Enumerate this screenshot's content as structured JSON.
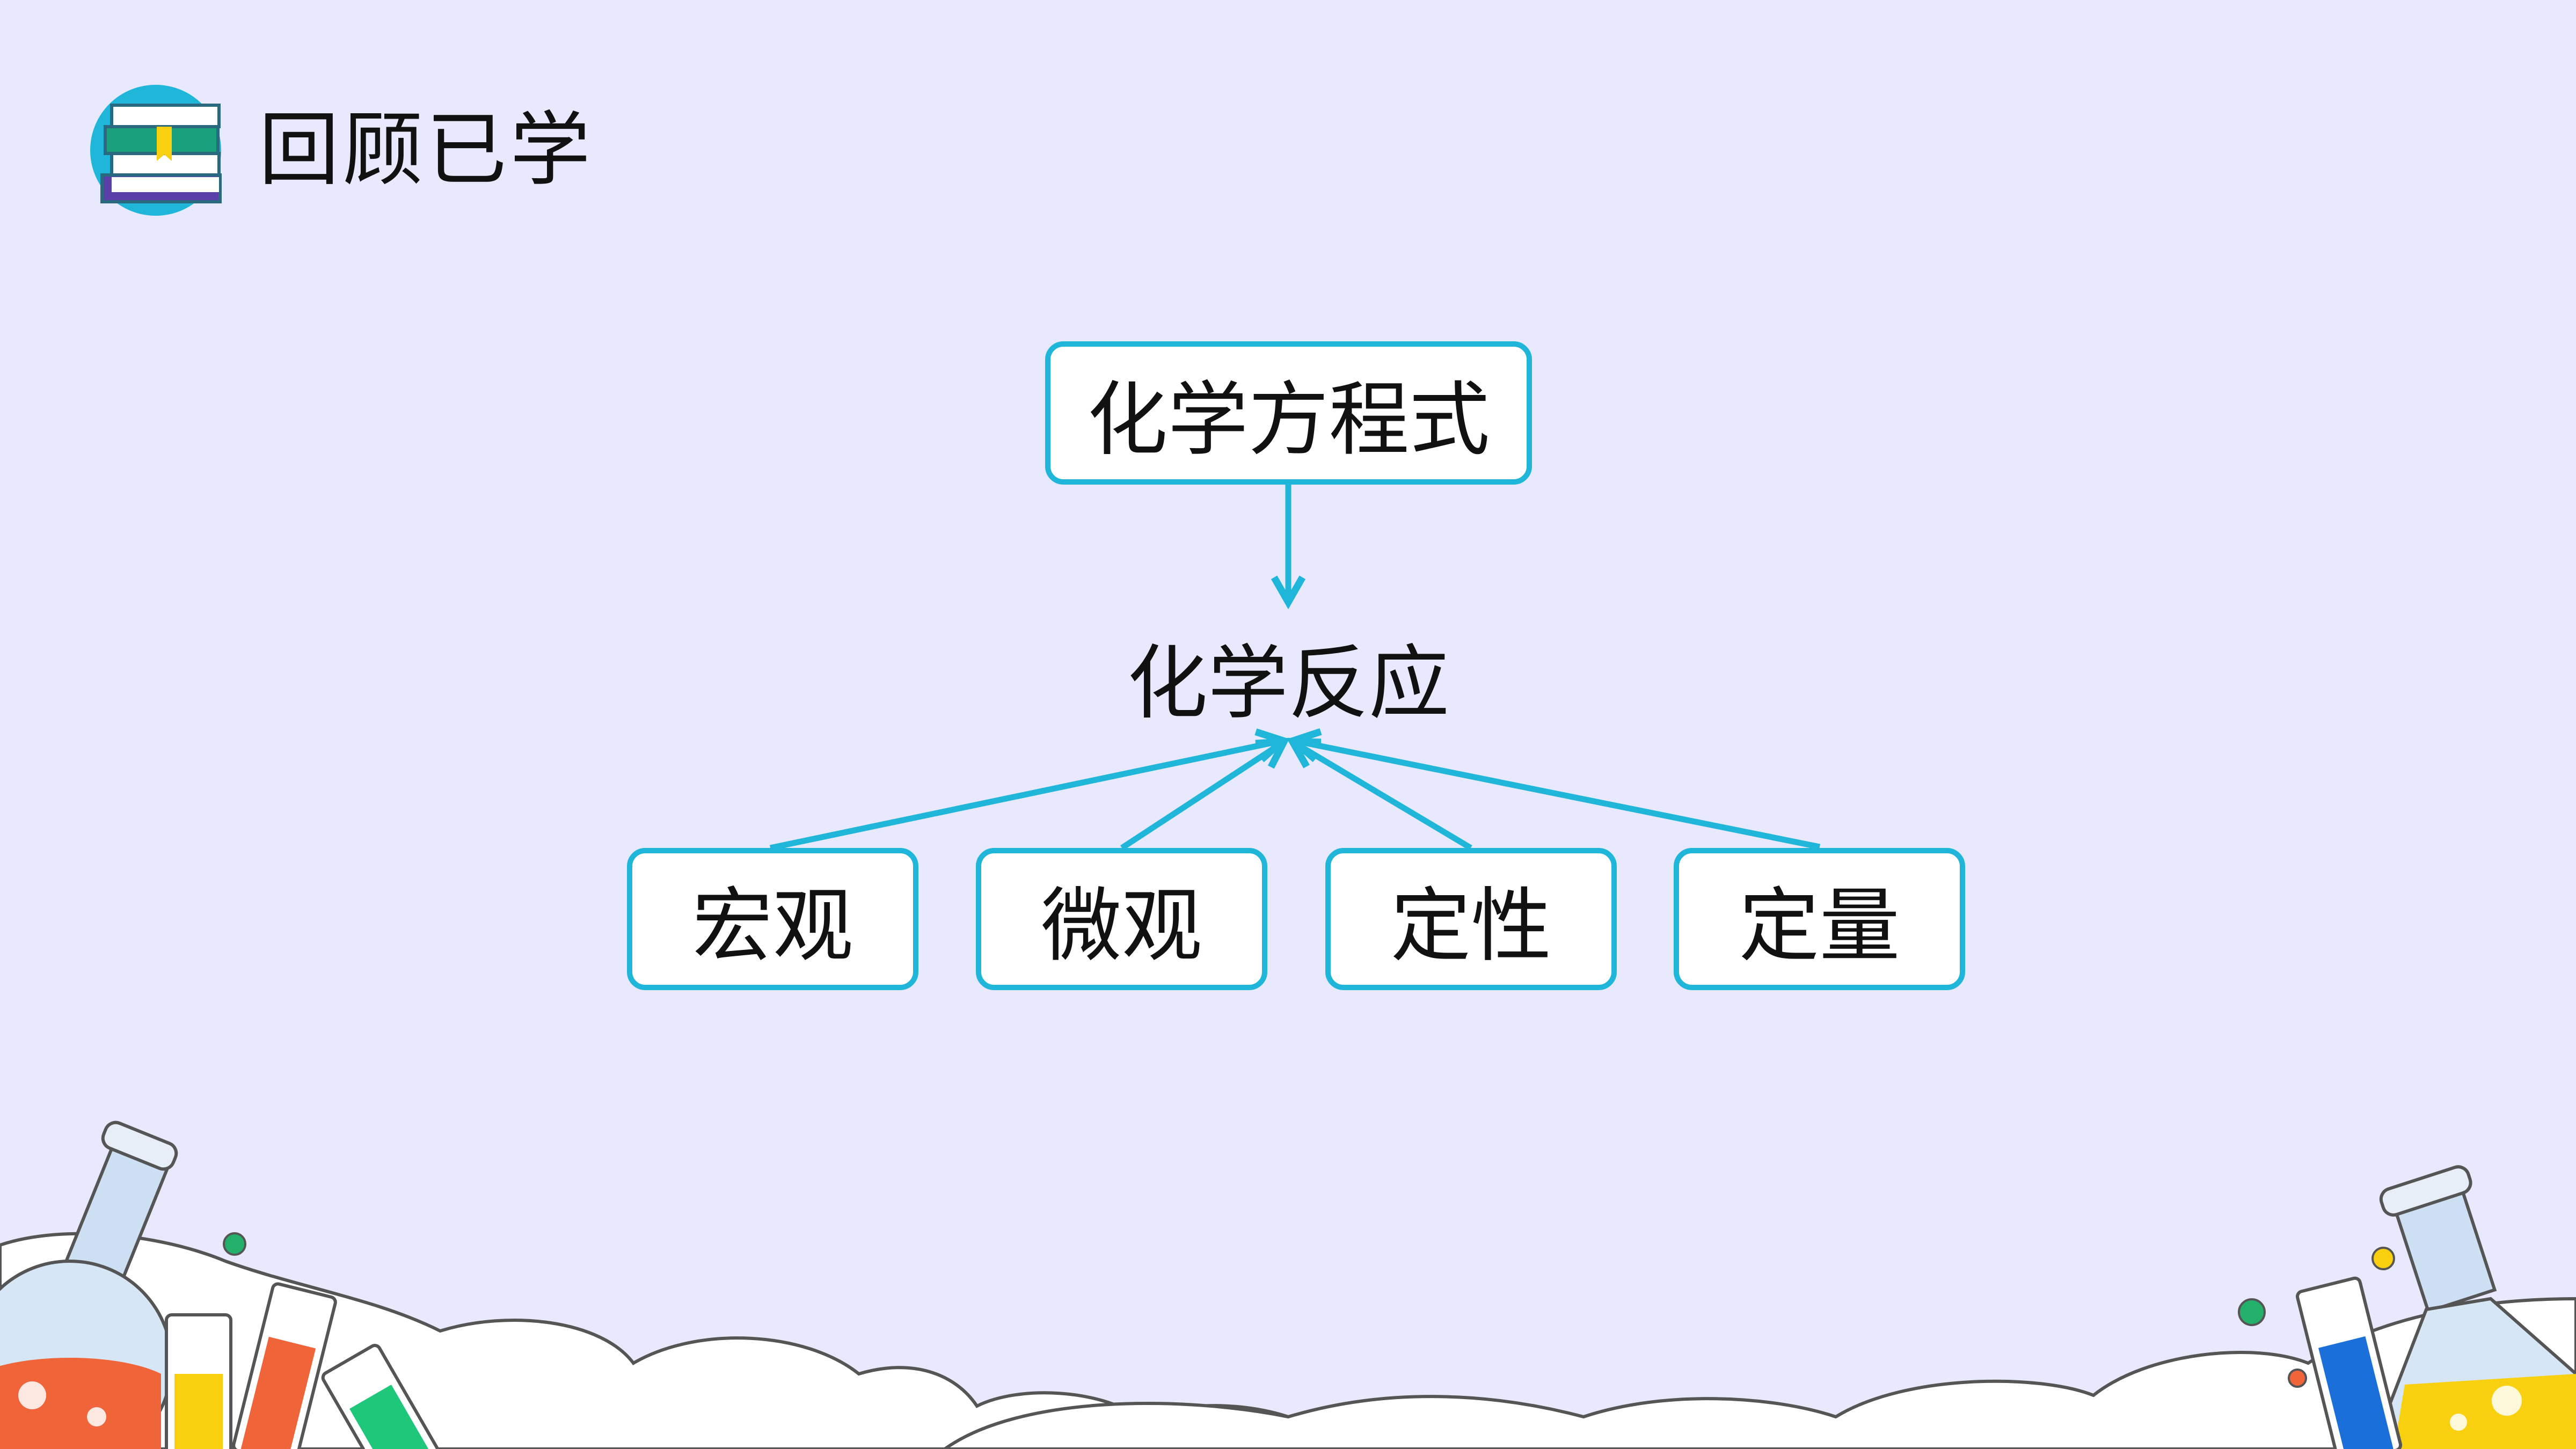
{
  "header": {
    "title": "回顾已学",
    "icon": "books-icon"
  },
  "diagram": {
    "root": "化学方程式",
    "center": "化学反应",
    "leaves": [
      "宏观",
      "微观",
      "定性",
      "定量"
    ]
  },
  "colors": {
    "background": "#e8e9fd",
    "accent": "#1fb6d9",
    "box_fill": "#ffffff",
    "text": "#111111"
  }
}
